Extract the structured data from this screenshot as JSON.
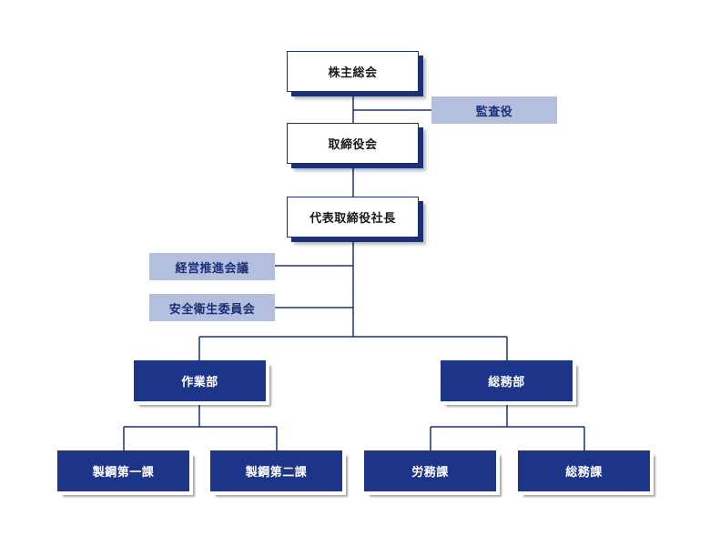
{
  "colors": {
    "navy": "#1c3588",
    "line": "#1c2f7a",
    "light": "#b4bfdd",
    "white": "#ffffff"
  },
  "nodes": {
    "shareholders_meeting": "株主総会",
    "auditor": "監査役",
    "board_of_directors": "取締役会",
    "president": "代表取締役社長",
    "management_meeting": "経営推進会議",
    "safety_committee": "安全衛生委員会",
    "operations_dept": "作業部",
    "general_affairs_dept": "総務部",
    "steel_section_1": "製鋼第一課",
    "steel_section_2": "製鋼第二課",
    "labor_section": "労務課",
    "general_affairs_section": "総務課"
  }
}
